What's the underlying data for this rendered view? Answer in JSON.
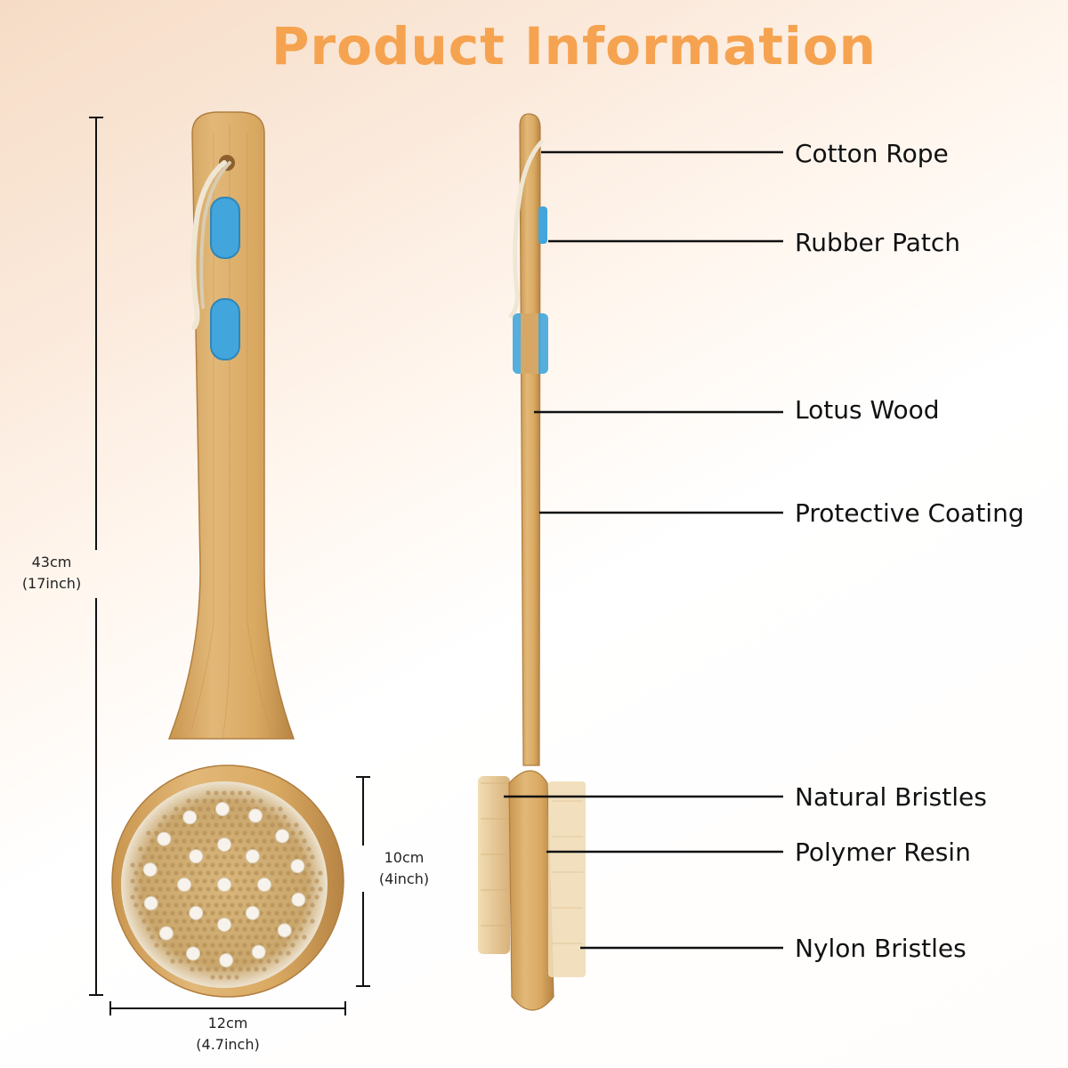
{
  "title": "Product Information",
  "colors": {
    "title": "#f5a350",
    "wood": "#d7a865",
    "wood_dark": "#b9874a",
    "rubber": "#42a6dc",
    "bristle": "#e9cfa0",
    "line": "#111111"
  },
  "callouts": [
    {
      "label": "Cotton Rope"
    },
    {
      "label": "Rubber Patch"
    },
    {
      "label": "Lotus Wood"
    },
    {
      "label": "Protective Coating"
    },
    {
      "label": "Natural Bristles"
    },
    {
      "label": "Polymer Resin"
    },
    {
      "label": "Nylon Bristles"
    }
  ],
  "dimensions": {
    "height": {
      "metric": "43cm",
      "imperial": "(17inch)"
    },
    "head_height": {
      "metric": "10cm",
      "imperial": "(4inch)"
    },
    "width": {
      "metric": "12cm",
      "imperial": "(4.7inch)"
    }
  }
}
